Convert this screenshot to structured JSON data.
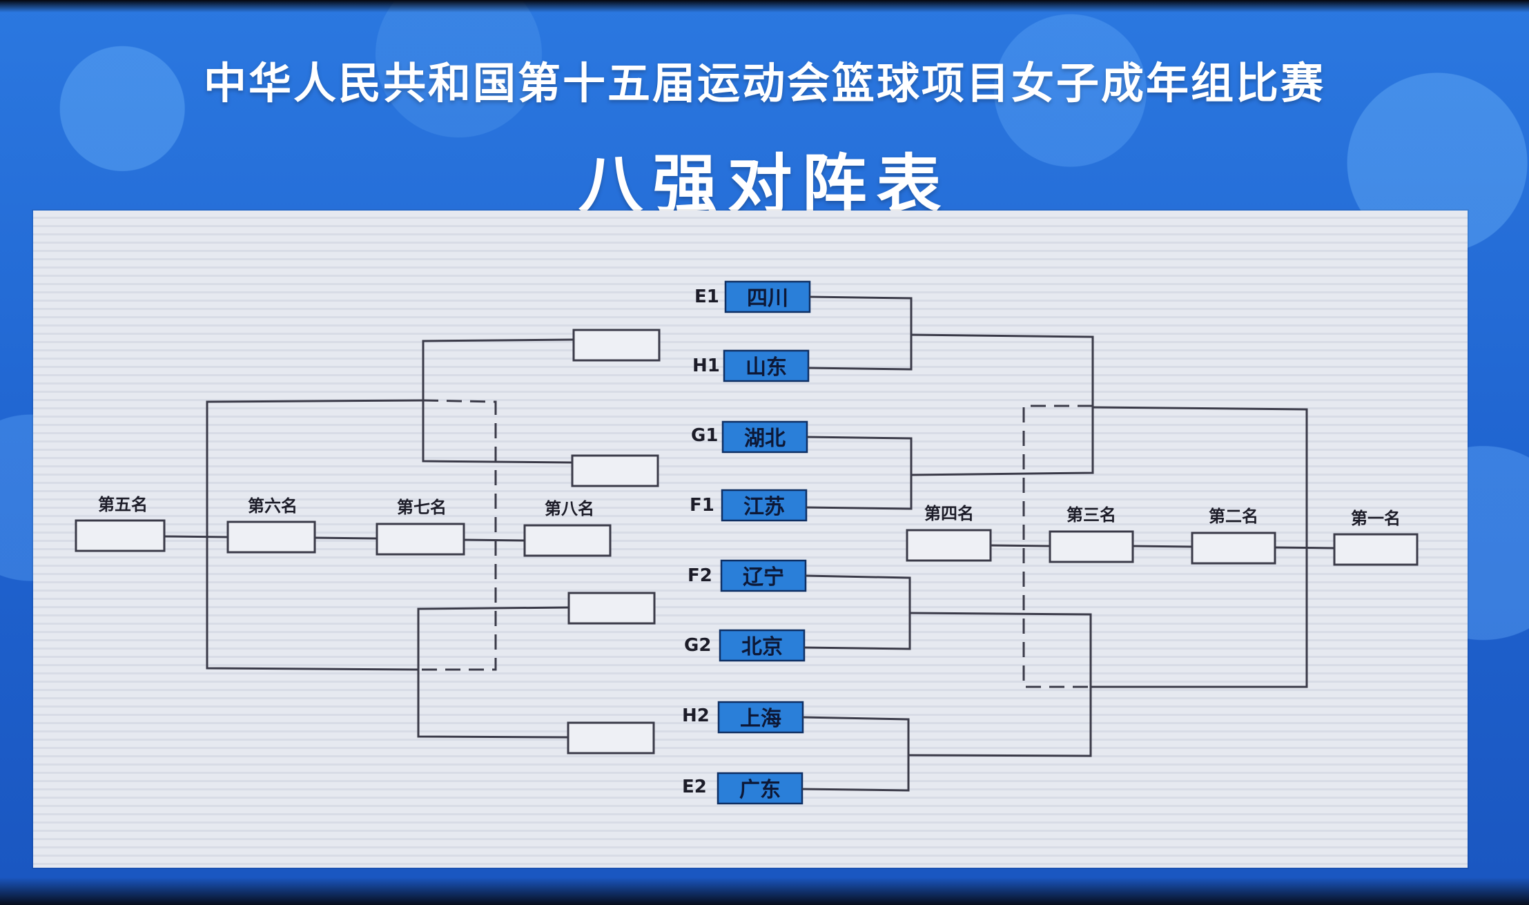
{
  "header": {
    "title": "中华人民共和国第十五届运动会篮球项目女子成年组比赛",
    "subtitle": "八强对阵表"
  },
  "teams": [
    {
      "code": "E1",
      "name": "四川"
    },
    {
      "code": "H1",
      "name": "山东"
    },
    {
      "code": "G1",
      "name": "湖北"
    },
    {
      "code": "F1",
      "name": "江苏"
    },
    {
      "code": "F2",
      "name": "辽宁"
    },
    {
      "code": "G2",
      "name": "北京"
    },
    {
      "code": "H2",
      "name": "上海"
    },
    {
      "code": "E2",
      "name": "广东"
    }
  ],
  "places": {
    "fifth": "第五名",
    "sixth": "第六名",
    "seventh": "第七名",
    "eighth": "第八名",
    "fourth": "第四名",
    "third": "第三名",
    "second": "第二名",
    "first": "第一名"
  },
  "colors": {
    "team_box": "#2a7fd9",
    "screen_blue": "#1f63cf",
    "board": "#e6e9f0"
  }
}
